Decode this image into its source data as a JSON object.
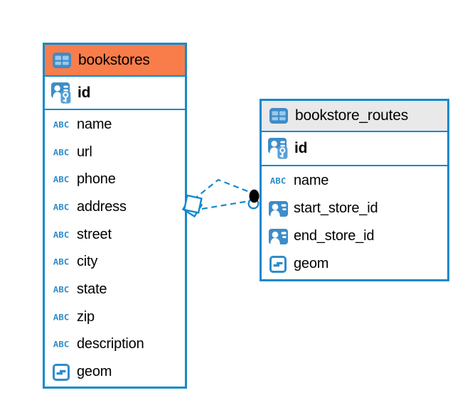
{
  "diagram": {
    "kind": "entity-relationship-diagram",
    "abc_label": "ABC",
    "colors": {
      "background": "#ffffff",
      "table_border": "#1389CD",
      "bookstores_header": "#F87D4B",
      "routes_header": "#E9E9E9",
      "icon_blue": "#3E8CC9",
      "icon_cell_blue": "#9CC8EA",
      "relationship_line": "#1389CD",
      "relationship_dot": "#000000",
      "text": "#000000"
    },
    "tables": [
      {
        "name": "bookstores",
        "header_style": "orange",
        "columns": [
          {
            "name": "id",
            "type_icon": "primary-key-icon"
          },
          {
            "name": "name",
            "type_icon": "text-type-icon"
          },
          {
            "name": "url",
            "type_icon": "text-type-icon"
          },
          {
            "name": "phone",
            "type_icon": "text-type-icon"
          },
          {
            "name": "address",
            "type_icon": "text-type-icon"
          },
          {
            "name": "street",
            "type_icon": "text-type-icon"
          },
          {
            "name": "city",
            "type_icon": "text-type-icon"
          },
          {
            "name": "state",
            "type_icon": "text-type-icon"
          },
          {
            "name": "zip",
            "type_icon": "text-type-icon"
          },
          {
            "name": "description",
            "type_icon": "text-type-icon"
          },
          {
            "name": "geom",
            "type_icon": "geometry-type-icon"
          }
        ]
      },
      {
        "name": "bookstore_routes",
        "header_style": "gray",
        "columns": [
          {
            "name": "id",
            "type_icon": "primary-key-icon"
          },
          {
            "name": "name",
            "type_icon": "text-type-icon"
          },
          {
            "name": "start_store_id",
            "type_icon": "foreign-key-icon"
          },
          {
            "name": "end_store_id",
            "type_icon": "foreign-key-icon"
          },
          {
            "name": "geom",
            "type_icon": "geometry-type-icon"
          }
        ]
      }
    ],
    "relationships": [
      {
        "source_table": "bookstores",
        "target_table": "bookstore_routes",
        "line_style": "dashed",
        "source_marker": "diamond",
        "target_marker": "filled-dot"
      },
      {
        "source_table": "bookstores",
        "target_table": "bookstore_routes",
        "line_style": "dashed",
        "source_marker": "diamond",
        "target_marker": "circle"
      }
    ]
  }
}
